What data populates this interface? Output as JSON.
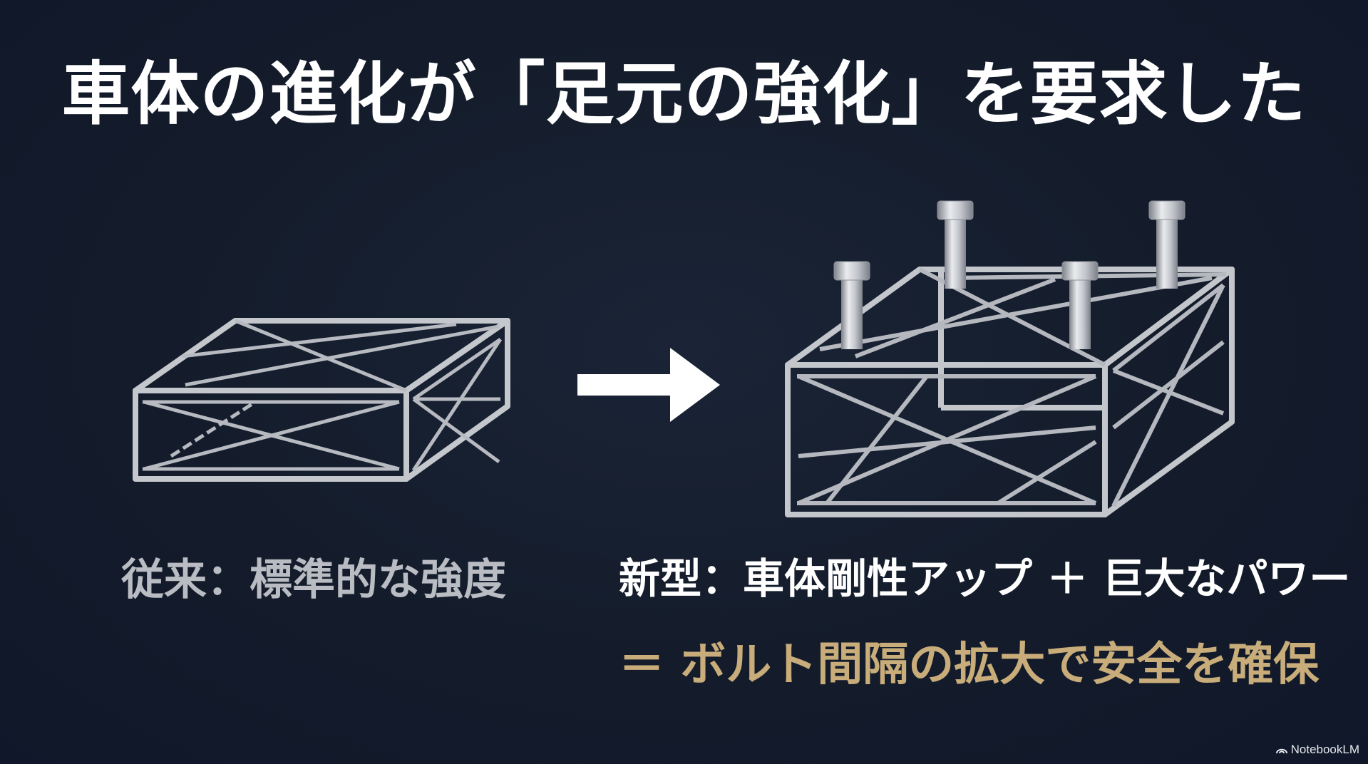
{
  "slide": {
    "title": "車体の進化が「足元の強化」を要求した",
    "left_caption": "従来：標準的な強度",
    "right_caption": "新型：車体剛性アップ ＋ 巨大なパワー",
    "result_caption": "＝ ボルト間隔の拡大で安全を確保"
  },
  "brand": {
    "name": "NotebookLM"
  },
  "icons": {
    "old_frame": "thin-bolt-truss-frame-icon",
    "arrow": "right-arrow-icon",
    "new_frame": "thick-bolt-truss-frame-icon",
    "brand": "notebooklm-logo-icon"
  },
  "colors": {
    "background": "#141c2b",
    "title": "#ffffff",
    "left_caption": "#b9bcc2",
    "result_caption": "#c8ad7a",
    "metal": "#c9ccd1"
  }
}
